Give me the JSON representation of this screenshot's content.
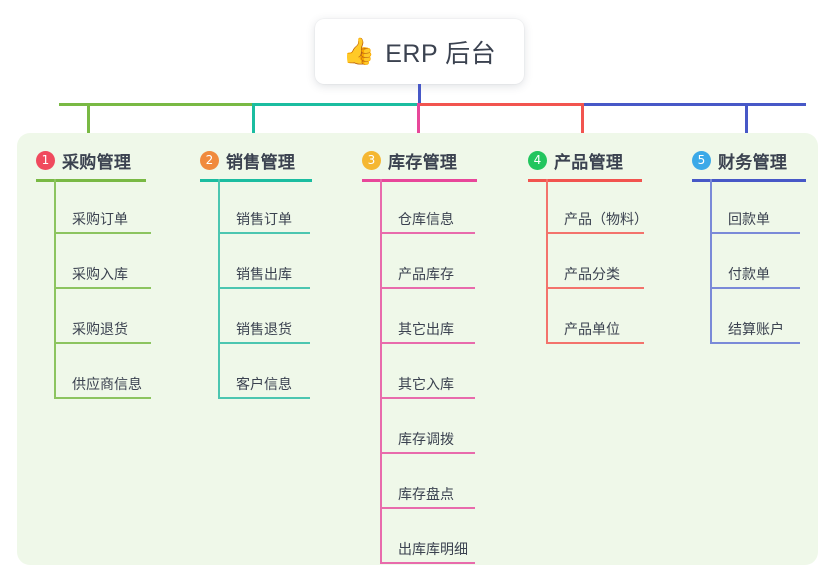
{
  "diagram": {
    "title": {
      "icon": "thumbs-up-emoji",
      "emoji": "👍",
      "text": "ERP 后台"
    },
    "trunk_color": "#4758c7",
    "panel_color": "#eff8e9",
    "columns": [
      {
        "index": "1",
        "badge_label": "❶",
        "badge_color": "#f04a5e",
        "line_color": "#79b944",
        "spine_color": "#8cc45f",
        "title": "采购管理",
        "items": [
          "采购订单",
          "采购入库",
          "采购退货",
          "供应商信息"
        ]
      },
      {
        "index": "2",
        "badge_label": "❷",
        "badge_color": "#f08a3c",
        "line_color": "#1bbda0",
        "spine_color": "#4cc6b0",
        "title": "销售管理",
        "items": [
          "销售订单",
          "销售出库",
          "销售退货",
          "客户信息"
        ]
      },
      {
        "index": "3",
        "badge_label": "❸",
        "badge_color": "#f5b731",
        "line_color": "#e8479a",
        "spine_color": "#e86bac",
        "title": "库存管理",
        "items": [
          "仓库信息",
          "产品库存",
          "其它出库",
          "其它入库",
          "库存调拨",
          "库存盘点",
          "出库库明细"
        ]
      },
      {
        "index": "4",
        "badge_label": "❹",
        "badge_color": "#22c55e",
        "line_color": "#f2544f",
        "spine_color": "#f3736c",
        "title": "产品管理",
        "items": [
          "产品（物料）",
          "产品分类",
          "产品单位"
        ]
      },
      {
        "index": "5",
        "badge_label": "❺",
        "badge_color": "#3ba9e8",
        "line_color": "#4758c7",
        "spine_color": "#7a8ad8",
        "title": "财务管理",
        "items": [
          "回款单",
          "付款单",
          "结算账户"
        ]
      }
    ]
  }
}
